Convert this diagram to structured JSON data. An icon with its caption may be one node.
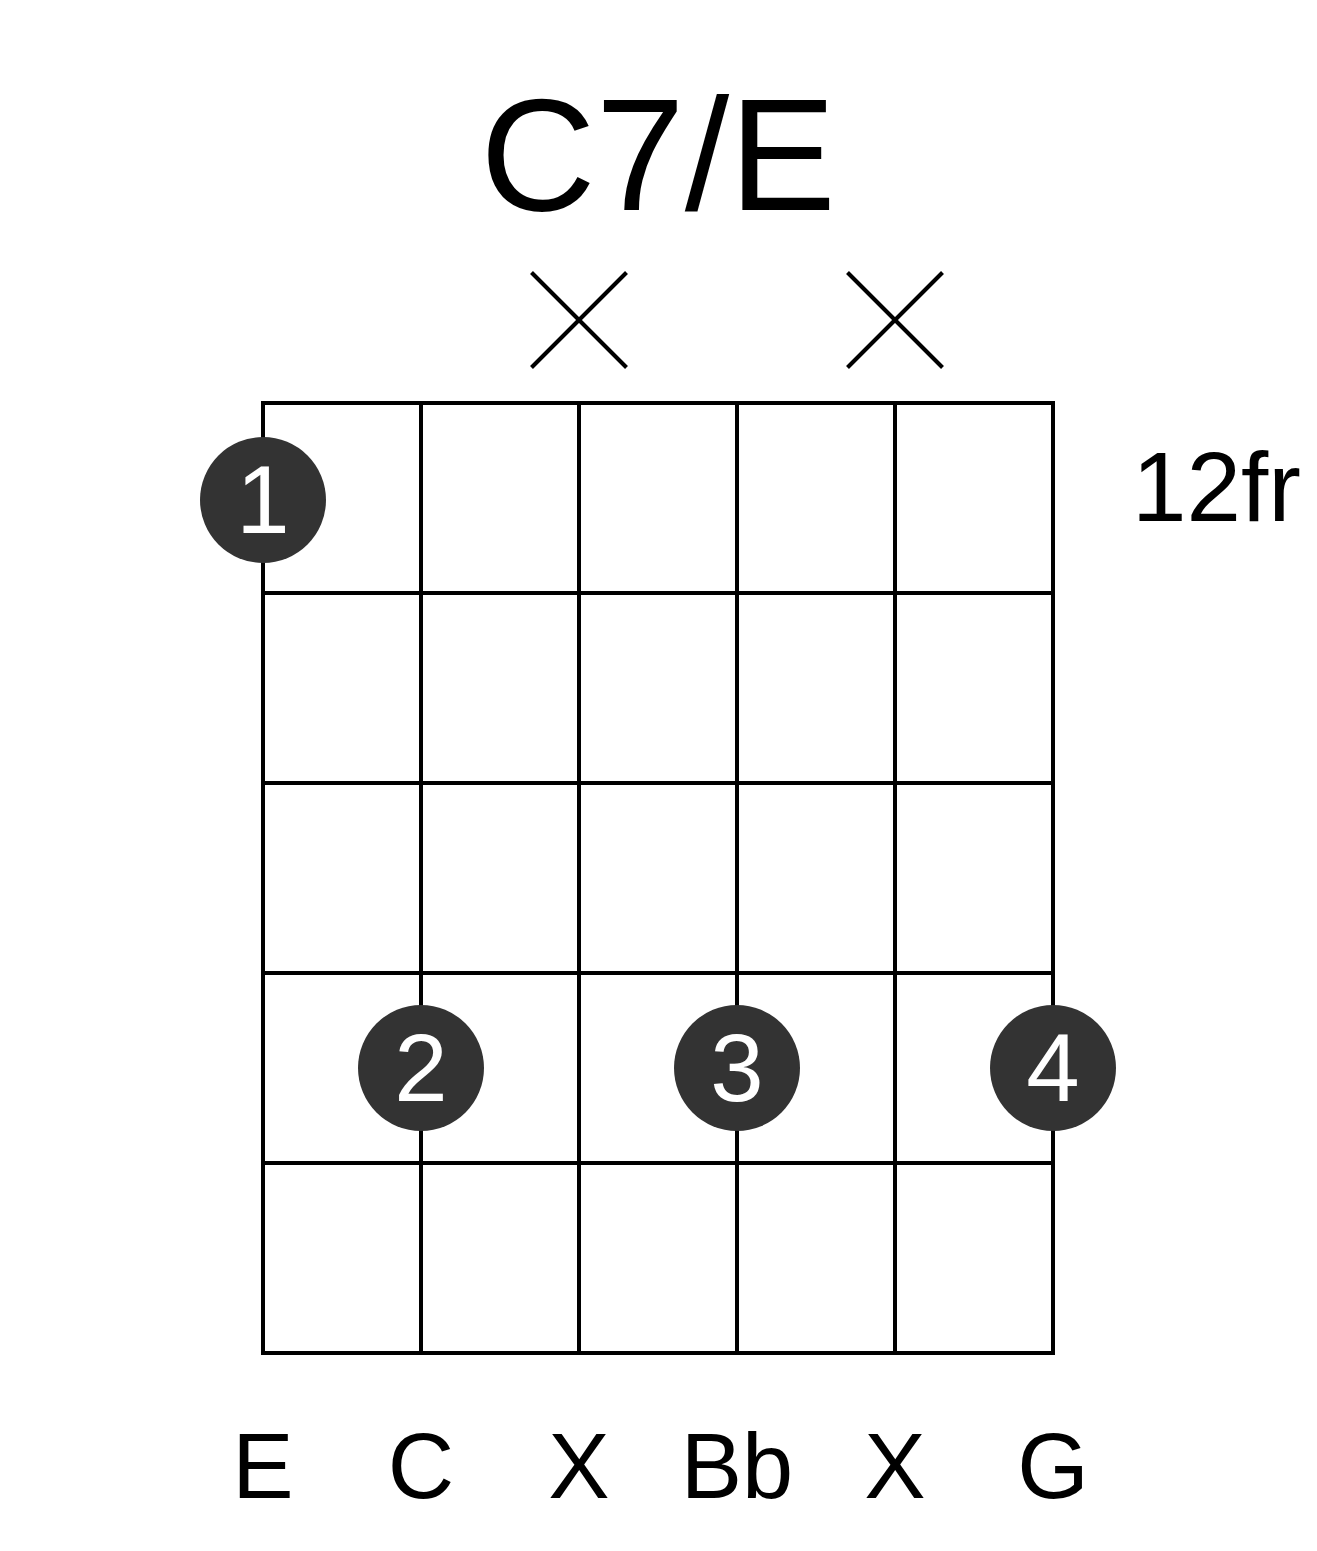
{
  "diagram": {
    "title": "C7/E",
    "nodes": [
      {
        "text": [
          "1"
        ]
      },
      {
        "text": [
          "2"
        ]
      },
      {
        "text": [
          "3"
        ]
      },
      {
        "text": [
          "4"
        ]
      }
    ],
    "labels": [
      "12fr",
      "E",
      "C",
      "X",
      "Bb",
      "X",
      "G"
    ]
  }
}
